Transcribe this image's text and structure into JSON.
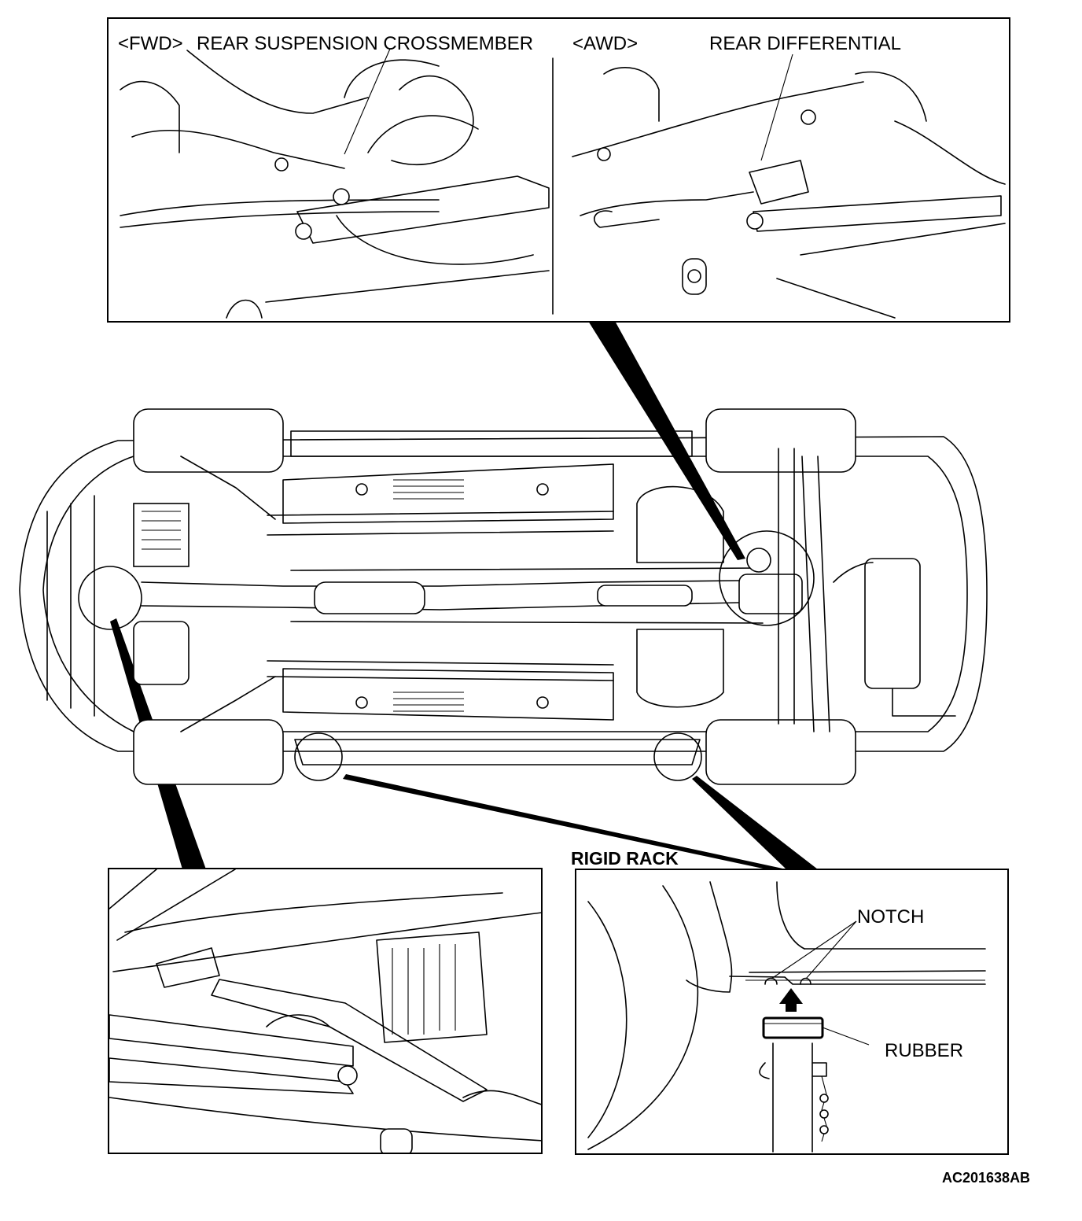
{
  "figure_id": "AC201638AB",
  "top_panel": {
    "fwd_tag": "<FWD>",
    "fwd_part": "REAR SUSPENSION CROSSMEMBER",
    "awd_tag": "<AWD>",
    "awd_part": "REAR DIFFERENTIAL"
  },
  "rigid_rack_panel": {
    "title": "RIGID RACK",
    "callouts": [
      "NOTCH",
      "RUBBER"
    ]
  },
  "main_view": {
    "subject": "vehicle-underbody"
  }
}
